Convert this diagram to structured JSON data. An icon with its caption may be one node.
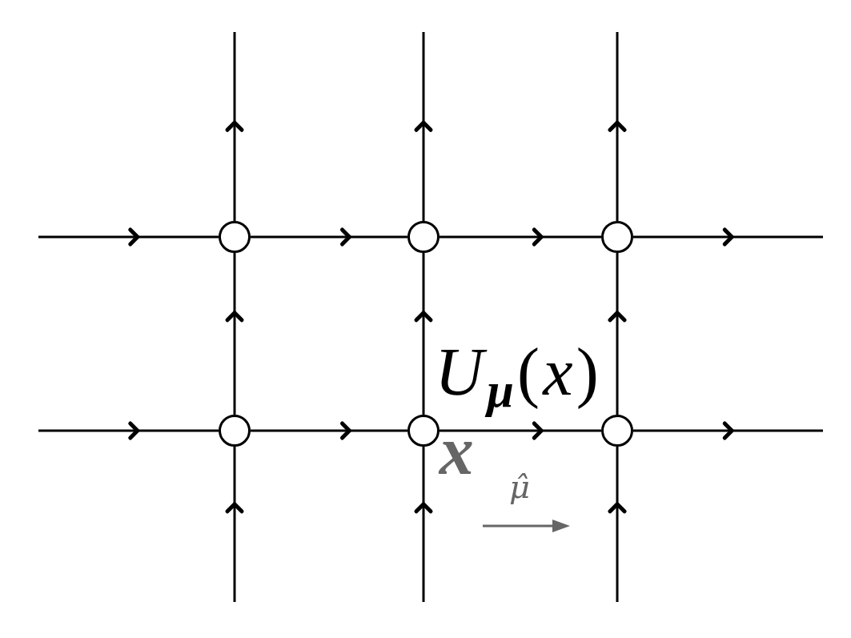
{
  "diagram": {
    "nodes": [
      {
        "text": [],
        "shape": "circle"
      },
      {
        "text": [],
        "shape": "circle"
      },
      {
        "text": [],
        "shape": "circle"
      },
      {
        "text": [],
        "shape": "circle"
      },
      {
        "text": [],
        "shape": "circle",
        "beside": [
          "x"
        ]
      },
      {
        "text": [],
        "shape": "circle"
      }
    ],
    "edges": [
      {
        "from": null,
        "to": 0,
        "arrow": "to"
      },
      {
        "from": 0,
        "to": 1,
        "arrow": "to"
      },
      {
        "from": 1,
        "to": 2,
        "arrow": "to"
      },
      {
        "from": 2,
        "to": null,
        "arrow": "to"
      },
      {
        "from": null,
        "to": 3,
        "arrow": "to"
      },
      {
        "from": 3,
        "to": 4,
        "arrow": "to"
      },
      {
        "from": 4,
        "to": 5,
        "arrow": "to"
      },
      {
        "from": 5,
        "to": null,
        "arrow": "to"
      },
      {
        "from": 0,
        "to": null,
        "arrow": "to"
      },
      {
        "from": 1,
        "to": null,
        "arrow": "to"
      },
      {
        "from": 2,
        "to": null,
        "arrow": "to"
      },
      {
        "from": 3,
        "to": 0,
        "arrow": "to"
      },
      {
        "from": 4,
        "to": 1,
        "arrow": "to"
      },
      {
        "from": 5,
        "to": 2,
        "arrow": "to"
      },
      {
        "from": null,
        "to": 3,
        "arrow": "to"
      },
      {
        "from": null,
        "to": 4,
        "arrow": "to"
      },
      {
        "from": null,
        "to": 5,
        "arrow": "to"
      }
    ],
    "labels": [
      "*U*$_{μ}$(*x*)",
      "μ̂"
    ]
  }
}
